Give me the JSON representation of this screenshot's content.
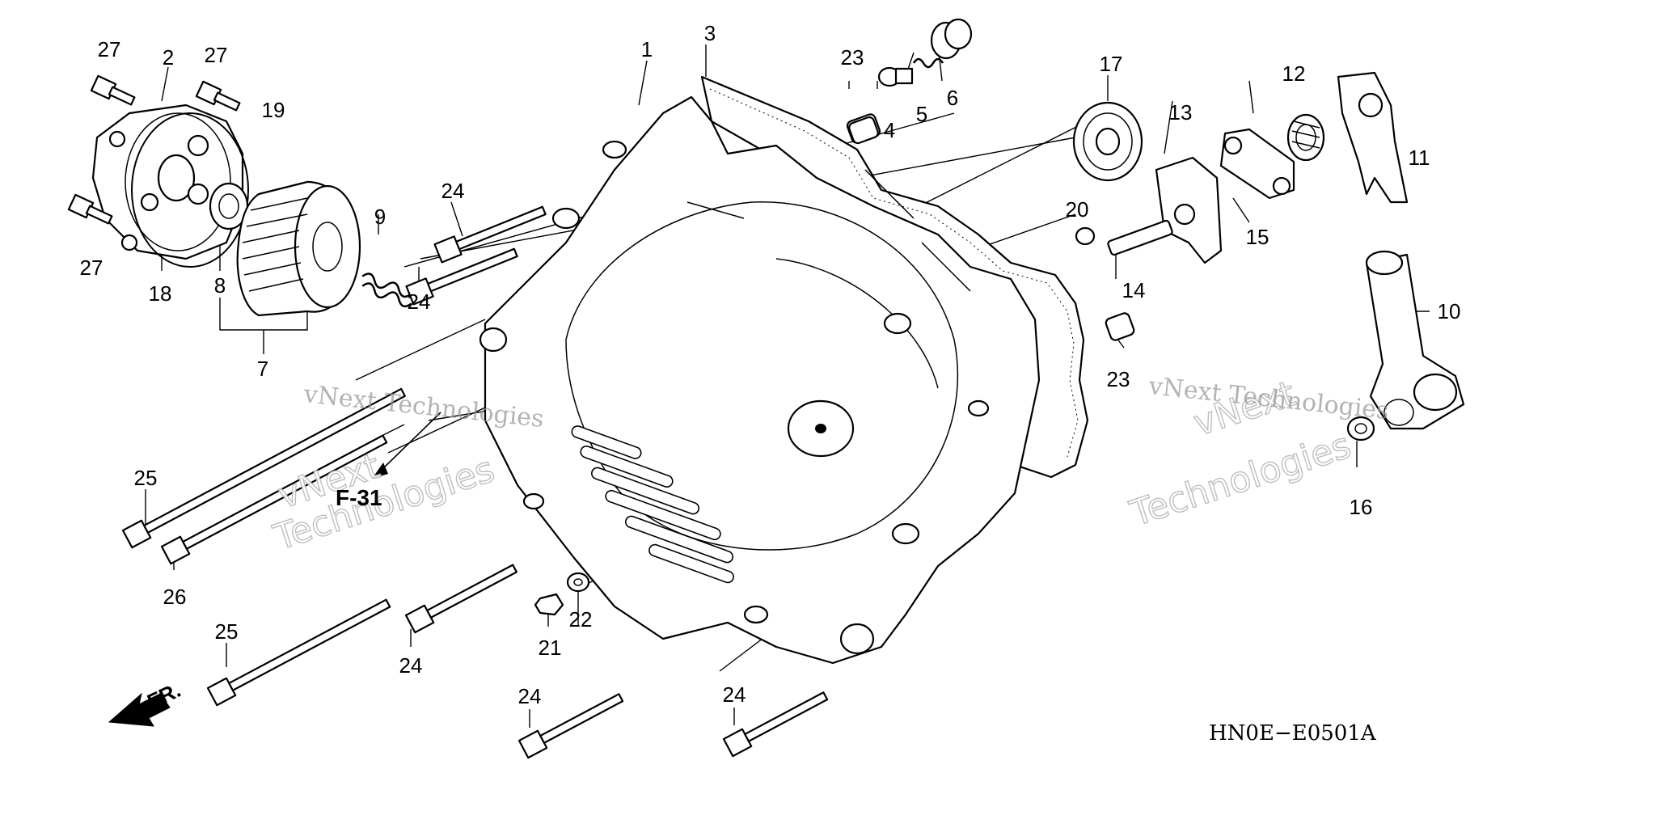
{
  "diagram": {
    "code": "HN0E−E0501A",
    "reference": "F-31",
    "front_marker": "FR.",
    "watermark": {
      "line1": "vNext Technologies",
      "line2a": "vNext",
      "line2b": "Technologies"
    },
    "part_numbers": {
      "p1": "1",
      "p2": "2",
      "p3": "3",
      "p4": "4",
      "p5": "5",
      "p6": "6",
      "p7": "7",
      "p8": "8",
      "p9": "9",
      "p10": "10",
      "p11": "11",
      "p12": "12",
      "p13": "13",
      "p14": "14",
      "p15": "15",
      "p16": "16",
      "p17": "17",
      "p18": "18",
      "p19": "19",
      "p20": "20",
      "p21": "21",
      "p22": "22",
      "p23": "23",
      "p24": "24",
      "p25": "25",
      "p26": "26",
      "p27": "27"
    }
  }
}
